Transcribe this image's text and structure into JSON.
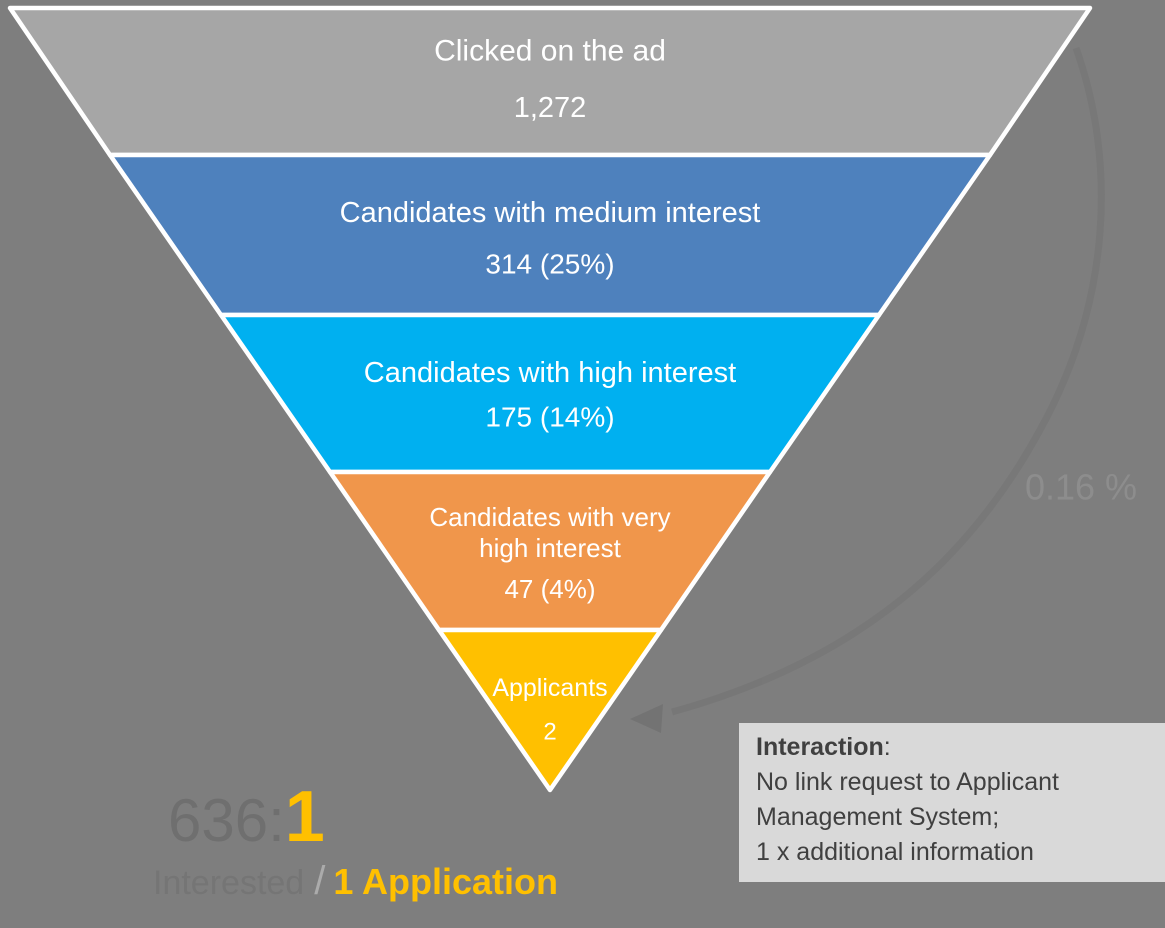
{
  "colors": {
    "background": "#7e7e7e",
    "stage_border": "#ffffff",
    "interaction_box_bg": "#d9d9d9",
    "interaction_box_text": "#404040",
    "accent_yellow": "#ffc000",
    "faded_dark_gray": "#6f6f6f",
    "faded_mid_gray": "#757575",
    "separator_gray": "#ababab",
    "watermark_gray": "#8d8d8d",
    "arc_gray": "#747474"
  },
  "funnel": {
    "stages": [
      {
        "label": "Clicked on the ad",
        "value": "1,272",
        "color": "#a6a6a6"
      },
      {
        "label": "Candidates with medium interest",
        "value": "314 (25%)",
        "color": "#4e81bd"
      },
      {
        "label": "Candidates with high interest",
        "value": "175 (14%)",
        "color": "#00b0f0"
      },
      {
        "label": "Candidates with very high interest",
        "label_lines": {
          "0": "Candidates with very",
          "1": "high interest"
        },
        "value": "47 (4%)",
        "color": "#f0964b"
      },
      {
        "label": "Applicants",
        "value": "2",
        "color": "#ffc000"
      }
    ]
  },
  "annotations": {
    "conversion_rate": "0.16 %",
    "ratio_line1_faded": "636:",
    "ratio_line1_highlight": "1",
    "ratio_line2_faded": "Interested",
    "ratio_line2_separator": "/",
    "ratio_line2_highlight": "1 Application"
  },
  "interaction_box": {
    "title": "Interaction",
    "title_colon": ":",
    "lines": {
      "0": "No link request to Applicant",
      "1": "Management System;",
      "2": "1 x additional information"
    }
  },
  "chart_data": {
    "type": "funnel",
    "categories": [
      "Clicked on the ad",
      "Candidates with medium interest",
      "Candidates with high interest",
      "Candidates with very high interest",
      "Applicants"
    ],
    "values": [
      1272,
      314,
      175,
      47,
      2
    ],
    "percent_of_clicks": [
      100,
      25,
      14,
      4,
      0.16
    ],
    "data_labels": [
      "1,272",
      "314 (25%)",
      "175 (14%)",
      "47 (4%)",
      "2"
    ],
    "series_colors": [
      "#a6a6a6",
      "#4e81bd",
      "#00b0f0",
      "#f0964b",
      "#ffc000"
    ],
    "annotations": {
      "click_to_application_ratio": "636:1",
      "interested_to_application": "Interested / 1 Application",
      "final_conversion_rate": "0.16 %",
      "interaction_note": "Interaction: No link request to Applicant Management System; 1 x additional information"
    },
    "orientation": "inverted-pyramid",
    "legend": "none",
    "grid": false
  }
}
